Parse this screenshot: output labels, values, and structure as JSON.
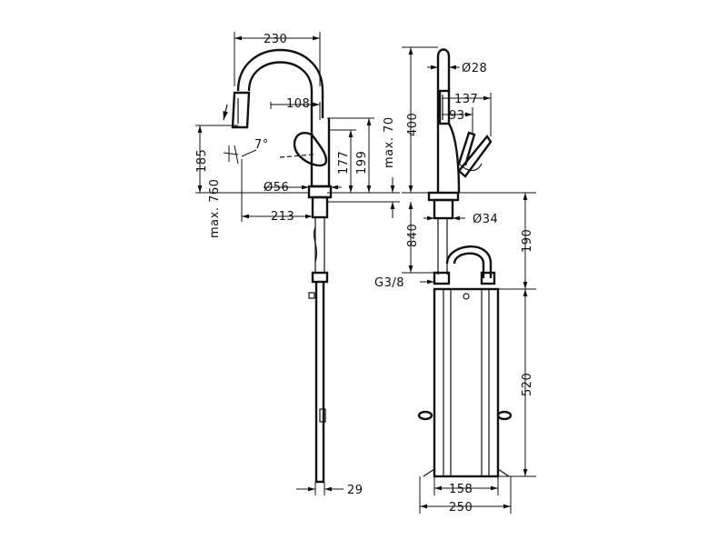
{
  "dimensions": {
    "d230": "230",
    "d108": "108",
    "d185": "185",
    "max760": "max. 760",
    "angle7": "7°",
    "d56": "Ø56",
    "d177": "177",
    "d199": "199",
    "max70": "max. 70",
    "d213": "213",
    "d29": "29",
    "d400": "400",
    "d28": "Ø28",
    "d137": "137",
    "d93": "93",
    "d34": "Ø34",
    "d840": "840",
    "d190": "190",
    "g38": "G3/8",
    "d520": "520",
    "d158": "158",
    "d250": "250"
  },
  "colors": {
    "line": "#111111",
    "background": "#ffffff"
  }
}
